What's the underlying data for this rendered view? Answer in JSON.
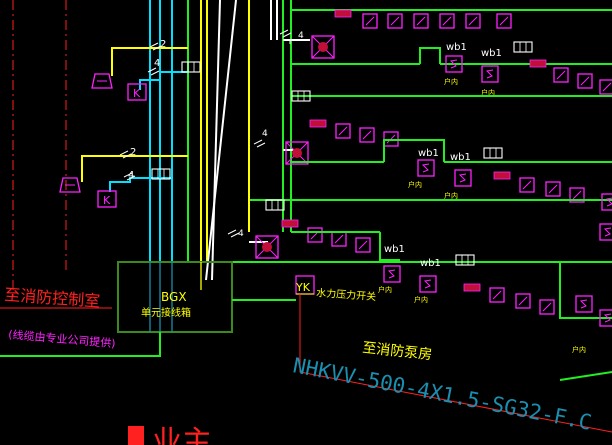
{
  "labels": {
    "bgx": "BGX",
    "junction_box": "单元接线箱",
    "to_fire_control_room": "至消防控制室",
    "cable_note": "(线缆由专业公司提供)",
    "yk": "YK",
    "water_pressure_switch": "水力压力开关",
    "to_fire_pump_room": "至消防泵房",
    "cable_spec": "NHKVV-500-4X1.5-SG32-F.C",
    "bottom_partial": "业主"
  },
  "devices": {
    "module": "wb1",
    "k": "K",
    "count_two": "2",
    "count_four": "4",
    "household": "户内"
  },
  "colors": {
    "background": "#000000",
    "green": "#22ee22",
    "yellow": "#ffff00",
    "cyan": "#00e0ff",
    "white": "#ffffff",
    "magenta": "#ff22ff",
    "red": "#ff2020",
    "dark_red": "#c0103a",
    "box_green": "#3a8a1c",
    "pipe_cyan": "#1a8fb0"
  }
}
